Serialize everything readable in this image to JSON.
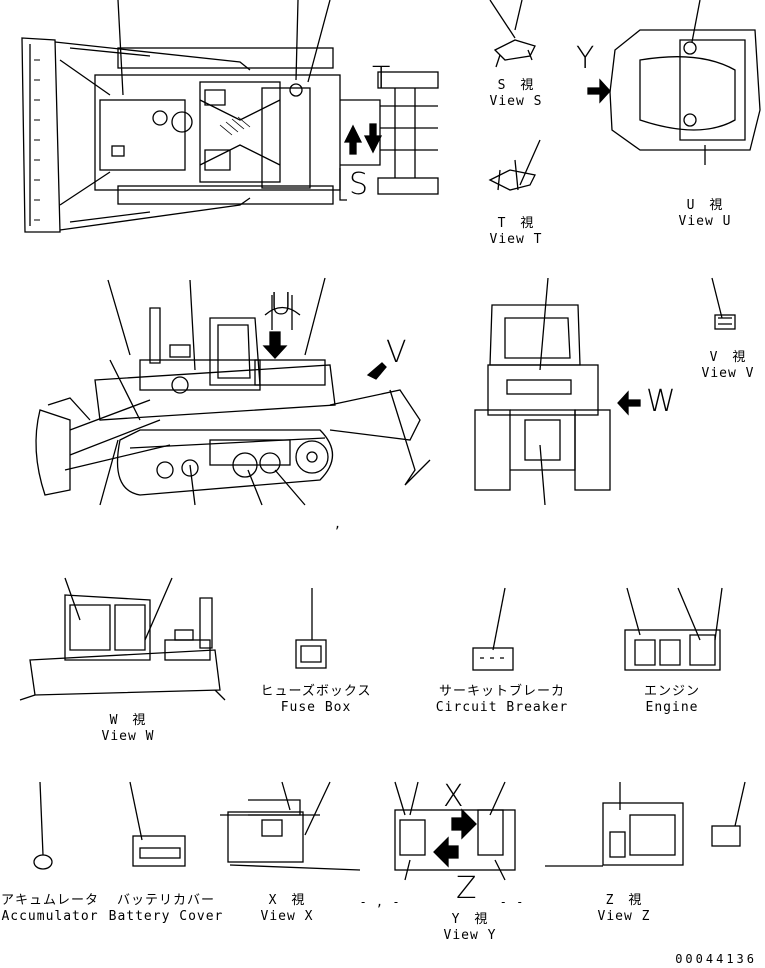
{
  "views": {
    "s": {
      "jp": "S　視",
      "en": "View S"
    },
    "t": {
      "jp": "T　視",
      "en": "View T"
    },
    "u": {
      "jp": "U　視",
      "en": "View U"
    },
    "v": {
      "jp": "V　視",
      "en": "View V"
    },
    "w": {
      "jp": "W　視",
      "en": "View W"
    },
    "x": {
      "jp": "X　視",
      "en": "View X"
    },
    "y": {
      "jp": "Y　視",
      "en": "View Y"
    },
    "z": {
      "jp": "Z　視",
      "en": "View Z"
    }
  },
  "components": {
    "fuse_box": {
      "jp": "ヒューズボックス",
      "en": "Fuse Box"
    },
    "circuit_breaker": {
      "jp": "サーキットブレーカ",
      "en": "Circuit Breaker"
    },
    "engine": {
      "jp": "エンジン",
      "en": "Engine"
    },
    "accumulator": {
      "jp": "アキュムレータ",
      "en": "Accumulator"
    },
    "battery_cover": {
      "jp": "バッテリカバー",
      "en": "Battery Cover"
    }
  },
  "view_letters": {
    "s": "S",
    "t": "T",
    "u": "U",
    "v": "V",
    "w": "W",
    "x": "X",
    "y": "Y",
    "z": "Z"
  },
  "marks": {
    "comma": ",",
    "dots_x": "- , -",
    "dots_y": "- -"
  },
  "drawing_number": "00044136"
}
